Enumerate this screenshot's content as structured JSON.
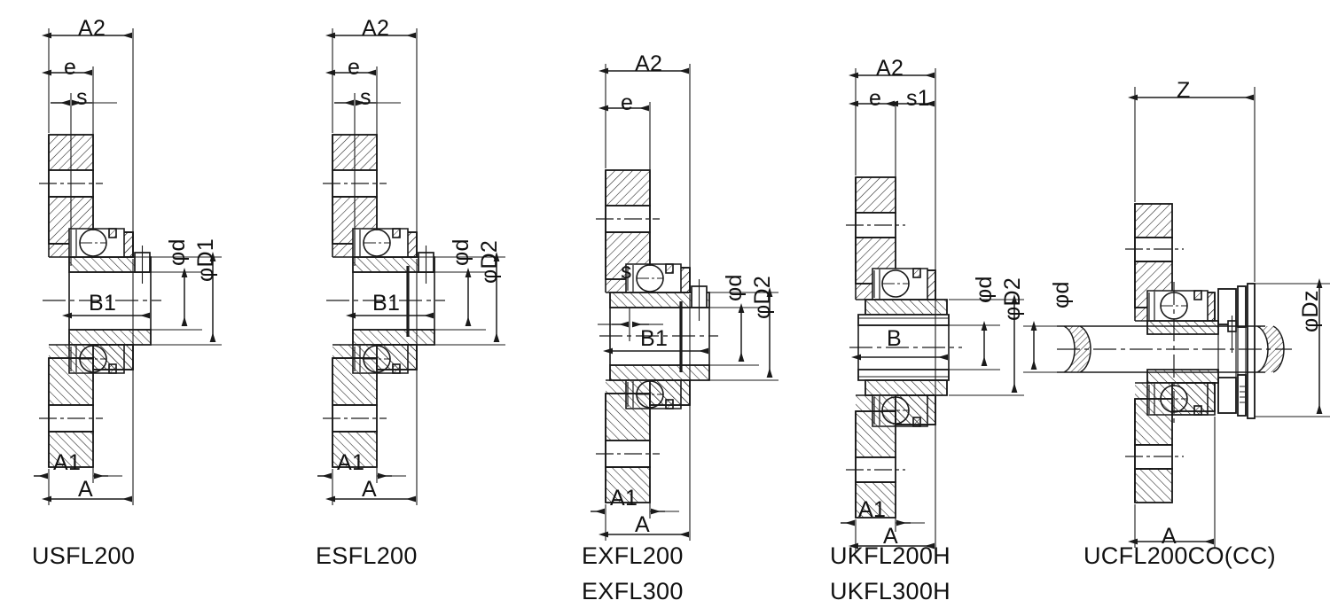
{
  "page": {
    "title": "Flanged bearing unit cross-section dimension drawings",
    "background_color": "#ffffff",
    "line_color": "#1a1a1a",
    "text_color": "#111111"
  },
  "drawings": [
    {
      "id": "usfl200",
      "captions": [
        "USFL200"
      ],
      "dimensions": {
        "top": [
          "A2",
          "e",
          "s"
        ],
        "bore": [
          "B1"
        ],
        "right": [
          "φd",
          "φD1"
        ],
        "bottom": [
          "A1",
          "A"
        ]
      }
    },
    {
      "id": "esfl200",
      "captions": [
        "ESFL200"
      ],
      "dimensions": {
        "top": [
          "A2",
          "e",
          "s"
        ],
        "bore": [
          "B1"
        ],
        "right": [
          "φd",
          "φD2"
        ],
        "bottom": [
          "A1",
          "A"
        ]
      }
    },
    {
      "id": "exfl200",
      "captions": [
        "EXFL200",
        "EXFL300"
      ],
      "dimensions": {
        "top": [
          "A2",
          "e"
        ],
        "bore": [
          "s",
          "B1"
        ],
        "right": [
          "φd",
          "φD2"
        ],
        "bottom": [
          "A1",
          "A"
        ]
      }
    },
    {
      "id": "ukfl200h",
      "captions": [
        "UKFL200H",
        "UKFL300H"
      ],
      "dimensions": {
        "top": [
          "A2",
          "e",
          "s1"
        ],
        "bore": [
          "B"
        ],
        "right": [
          "φd",
          "φD2"
        ],
        "bottom": [
          "A1",
          "A"
        ]
      }
    },
    {
      "id": "ucfl200co",
      "captions": [
        "UCFL200CO(CC)"
      ],
      "dimensions": {
        "top": [
          "Z"
        ],
        "bore": [],
        "left": [
          "φd"
        ],
        "right": [
          "φDz"
        ],
        "bottom": [
          "A"
        ]
      }
    }
  ],
  "labels": {
    "A2": "A2",
    "A1": "A1",
    "A": "A",
    "B": "B",
    "B1": "B1",
    "e": "e",
    "s": "s",
    "s1": "s1",
    "Z": "Z",
    "phid": "φd",
    "phiD1": "φD1",
    "phiD2": "φD2",
    "phiDz": "φDz"
  },
  "captions": {
    "c1": "USFL200",
    "c2": "ESFL200",
    "c3a": "EXFL200",
    "c3b": "EXFL300",
    "c4a": "UKFL200H",
    "c4b": "UKFL300H",
    "c5": "UCFL200CO(CC)"
  }
}
